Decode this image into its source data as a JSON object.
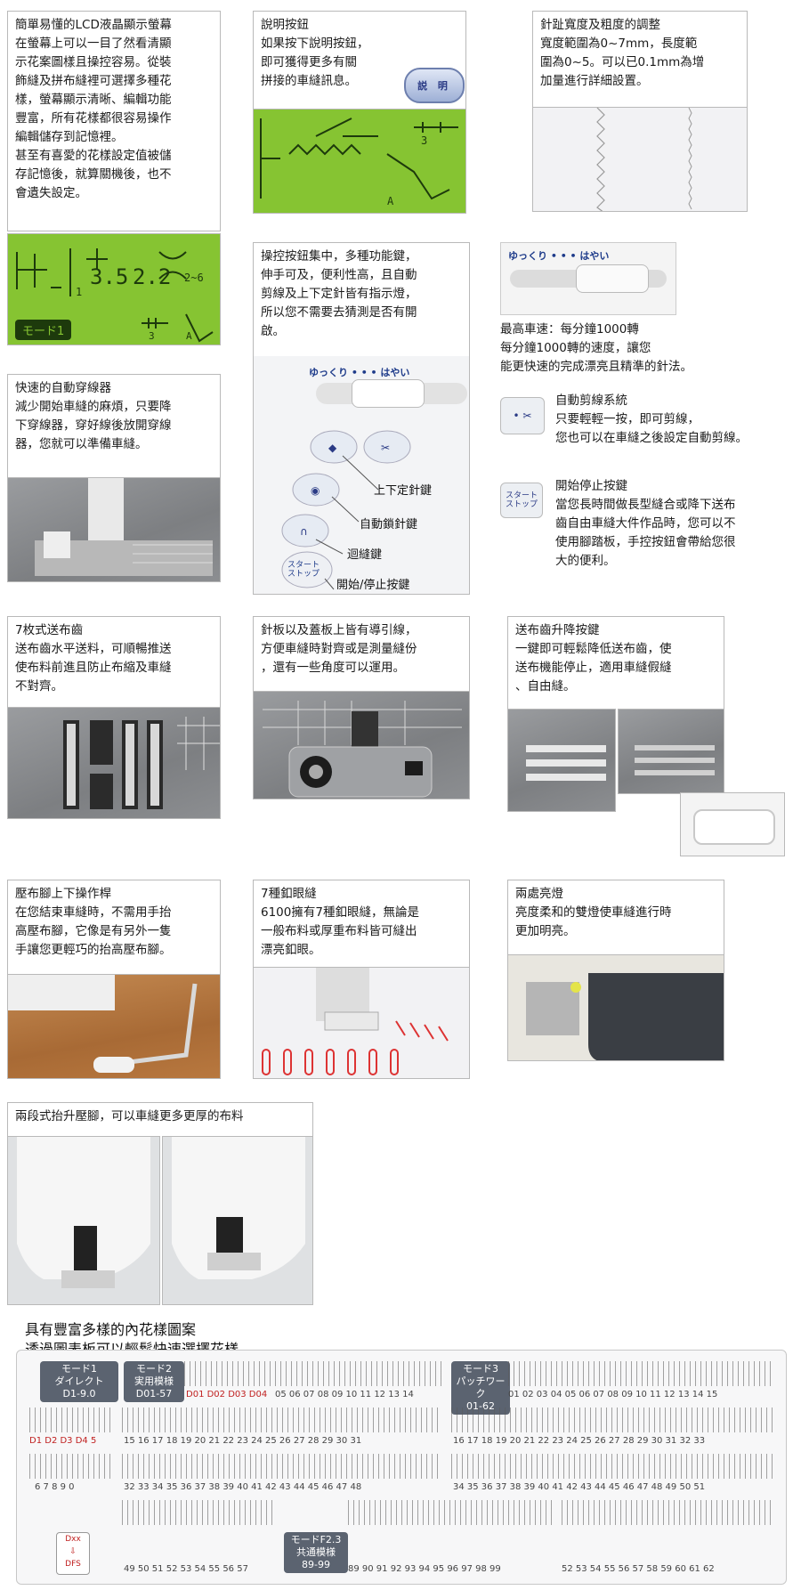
{
  "lcd": {
    "lines": [
      "簡單易懂的LCD液晶顯示螢幕",
      "在螢幕上可以一目了然看清顯",
      "示花案圖樣且操控容易。從裝",
      "飾縫及拼布縫裡可選擇多種花",
      "樣，螢幕顯示清晰、編輯功能",
      "豐富，所有花樣都很容易操作",
      "編輯儲存到記憶裡。",
      "甚至有喜愛的花樣設定值被儲",
      "存記憶後，就算關機後，也不",
      "會遺失設定。"
    ],
    "screen": {
      "v1": "3.5",
      "v2": "2.2",
      "v3": "2~6",
      "mode": "モード1",
      "n1": "1",
      "n2": "3",
      "n3": "A"
    }
  },
  "explain": {
    "lines": [
      "說明按鈕",
      "如果按下說明按鈕，",
      "即可獲得更多有關",
      "拼接的車縫訊息。"
    ],
    "button": "説 明",
    "screen": {
      "n1": "3",
      "n2": "A"
    }
  },
  "width": {
    "lines": [
      "針趾寬度及粗度的調整",
      "寬度範圍為0~7mm，長度範",
      "圍為0~5。可以已0.1mm為增",
      "加量進行詳細設置。"
    ]
  },
  "panel": {
    "lines": [
      "操控按鈕集中，多種功能鍵，",
      "伸手可及，便利性高，且自動",
      "剪線及上下定針皆有指示燈，",
      "所以您不需要去猜測是否有開",
      "啟。"
    ],
    "slider_label": "ゆっくり •  •  • はやい",
    "callouts": [
      "上下定針鍵",
      "自動鎖針鍵",
      "迴縫鍵",
      "開始/停止按鍵"
    ],
    "start_btn": "スタート\nストップ"
  },
  "speed": {
    "slider_label": "ゆっくり •  •  • はやい",
    "lines": [
      "最高車速：每分鐘1000轉",
      "每分鐘1000轉的速度，讓您",
      "能更快速的完成漂亮且精準的針法。"
    ]
  },
  "cutter": {
    "lines": [
      "自動剪線系統",
      "只要輕輕一按，即可剪線，",
      "您也可以在車縫之後設定自動剪線。"
    ],
    "icon": "• ✂"
  },
  "startstop": {
    "lines": [
      "開始停止按鍵",
      "當您長時間做長型縫合或降下送布",
      "齒自由車縫大件作品時，您可以不",
      "使用腳踏板，手控按鈕會帶給您很",
      "大的便利。"
    ],
    "icon": "スタート ストップ"
  },
  "threader": {
    "lines": [
      "快速的自動穿線器",
      "減少開始車縫的麻煩，只要降",
      "下穿線器，穿好線後放開穿線",
      "器，您就可以準備車縫。"
    ]
  },
  "feed": {
    "lines": [
      "7枚式送布齒",
      "送布齒水平送料，可順暢推送",
      "使布料前進且防止布縮及車縫",
      "不對齊。"
    ]
  },
  "guide": {
    "lines": [
      "針板以及蓋板上皆有導引線，",
      "方便車縫時對齊或是測量縫份",
      "，還有一些角度可以運用。"
    ]
  },
  "drop": {
    "lines": [
      "送布齒升降按鍵",
      "一鍵即可輕鬆降低送布齒，使",
      "送布機能停止，適用車縫假縫",
      "、自由縫。"
    ]
  },
  "lever": {
    "lines": [
      "壓布腳上下操作桿",
      "在您結束車縫時，不需用手抬",
      "高壓布腳，它像是有另外一隻",
      "手讓您更輕巧的抬高壓布腳。"
    ]
  },
  "buttonhole": {
    "lines": [
      "7種釦眼縫",
      "6100擁有7種釦眼縫，無論是",
      "一般布料或厚重布料皆可縫出",
      "漂亮釦眼。"
    ]
  },
  "lamp": {
    "lines": [
      "兩處亮燈",
      "亮度柔和的雙燈使車縫進行時",
      "更加明亮。"
    ]
  },
  "lift": {
    "lines": [
      "兩段式抬升壓腳，可以車縫更多更厚的布料"
    ]
  },
  "stitches": {
    "title_lines": [
      "具有豐富多樣的內花樣圖案",
      "透過圖表板可以輕鬆快速選擇花樣"
    ],
    "mode1": [
      "モード1",
      "ダイレクト",
      "D1-9.0"
    ],
    "mode2": [
      "モード2",
      "実用模様",
      "D01-57"
    ],
    "mode3": [
      "モード3",
      "パッチワーク",
      "01-62"
    ],
    "mode23": [
      "モードF2.3",
      "共通模様",
      "89-99"
    ],
    "dxx": "Dxx\n⇩\nDFS",
    "row1_red": "D01 D02 D03 D04",
    "row1_a": "05 06 07 08 09 10 11 12 13 14",
    "row1_b": "01 02 03 04 05 06 07 08 09 10 11 12 13 14 15",
    "row2_l": "D1 D2 D3 D4 5",
    "row2_a": "15 16 17 18 19 20 21 22 23 24 25 26 27 28 29 30 31",
    "row2_b": "16 17 18 19 20 21 22 23 24 25 26 27 28 29 30 31 32 33",
    "row3_l": "6 7 8 9 0",
    "row3_a": "32 33 34 35 36 37 38 39 40 41 42 43 44 45 46 47 48",
    "row3_b": "34 35 36 37 38 39 40 41 42 43 44 45 46 47 48 49 50 51",
    "row4_a": "49 50 51 52 53 54 55 56 57",
    "row4_m": "89 90 91 92 93 94 95 96 97 98 99",
    "row4_b": "52 53 54 55 56 57 58 59 60 61 62"
  }
}
